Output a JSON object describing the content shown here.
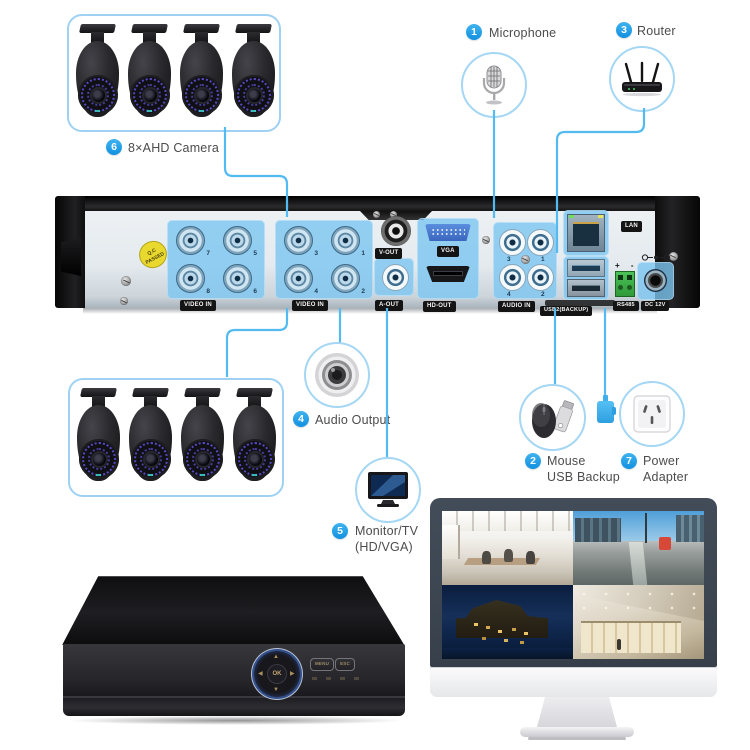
{
  "accent": {
    "badge_blue": "#1f9fe6",
    "line_blue": "#54bbf0",
    "box_border": "#9fd2f2"
  },
  "callouts": {
    "microphone": {
      "num": "1",
      "label": "Microphone"
    },
    "mouse": {
      "num": "2",
      "line1": "Mouse",
      "line2": "USB Backup"
    },
    "router": {
      "num": "3",
      "label": "Router"
    },
    "audio_output": {
      "num": "4",
      "label": "Audio Output"
    },
    "monitor": {
      "num": "5",
      "line1": "Monitor/TV",
      "line2": "(HD/VGA)"
    },
    "camera": {
      "num": "6",
      "label": "8×AHD Camera"
    },
    "power": {
      "num": "7",
      "line1": "Power",
      "line2": "Adapter"
    }
  },
  "rear": {
    "sticker_line1": "Q.C",
    "sticker_line2": "PASSED",
    "video_in": "VIDEO IN",
    "group1": [
      "7",
      "5",
      "8",
      "6"
    ],
    "group2": [
      "3",
      "1",
      "4",
      "2"
    ],
    "v_out": "V-OUT",
    "a_out": "A-OUT",
    "vga": "VGA",
    "hd_out": "HD-OUT",
    "audio_in": "AUDIO IN",
    "audio_numbers": [
      "3",
      "1",
      "4",
      "2"
    ],
    "lan": "LAN",
    "usb": "USB2(BACKUP)",
    "rs485": "RS485",
    "rs485_plus": "+",
    "rs485_minus": "-",
    "dc": "DC 12V"
  },
  "front": {
    "ok": "OK",
    "menu": "MENU",
    "esc": "ESC"
  }
}
